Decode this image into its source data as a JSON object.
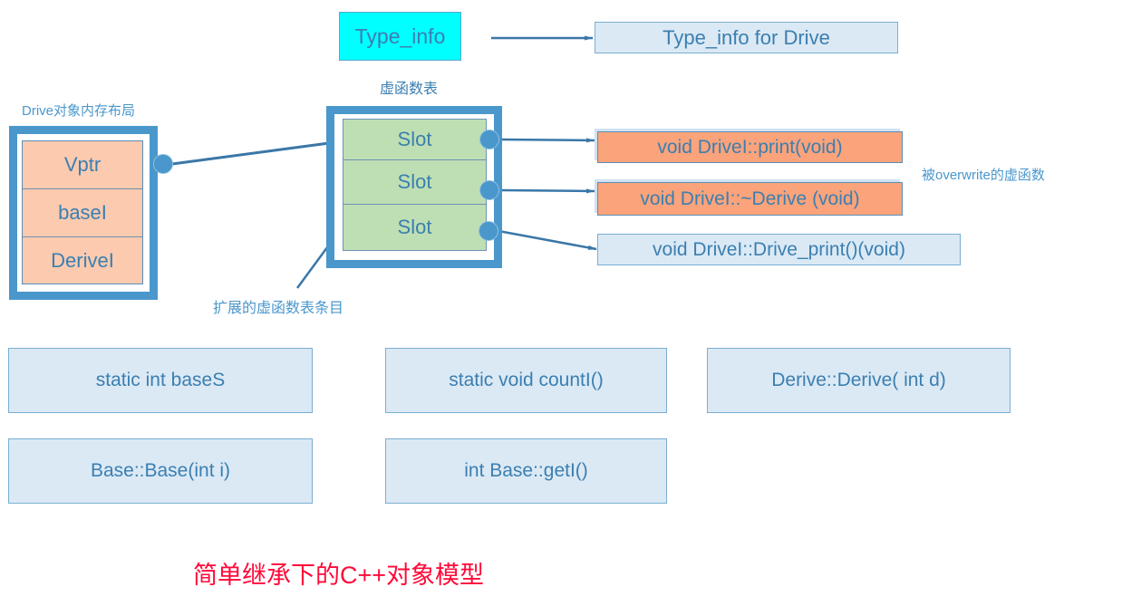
{
  "type_info": {
    "source_label": "Type_info",
    "target_label": "Type_info for Drive"
  },
  "vtable": {
    "title": "虚函数表",
    "slots": [
      "Slot",
      "Slot",
      "Slot"
    ],
    "extension_label": "扩展的虚函数表条目"
  },
  "object_layout": {
    "title": "Drive对象内存布局",
    "fields": [
      "Vptr",
      "baseI",
      "DeriveI"
    ]
  },
  "virtual_functions": [
    {
      "label": "void DriveI::print(void)",
      "overridden": true
    },
    {
      "label": "void DriveI::~Derive (void)",
      "overridden": true
    },
    {
      "label": "void DriveI::Drive_print()(void)",
      "overridden": false
    }
  ],
  "overwrite_note": "被overwrite的虚函数",
  "members": [
    "static int baseS",
    "static void countI()",
    "Derive::Derive( int d)",
    "Base::Base(int i)",
    "int Base::getI()"
  ],
  "caption": "简单继承下的C++对象模型",
  "colors": {
    "accent_blue": "#4a97cc",
    "type_info_fill": "#00ffff",
    "object_fill": "#fbcaaf",
    "slot_fill": "#bedfb3",
    "override_fill": "#fba37b",
    "plain_fill": "#dbe9f5",
    "caption_red": "#ff0a3a"
  }
}
